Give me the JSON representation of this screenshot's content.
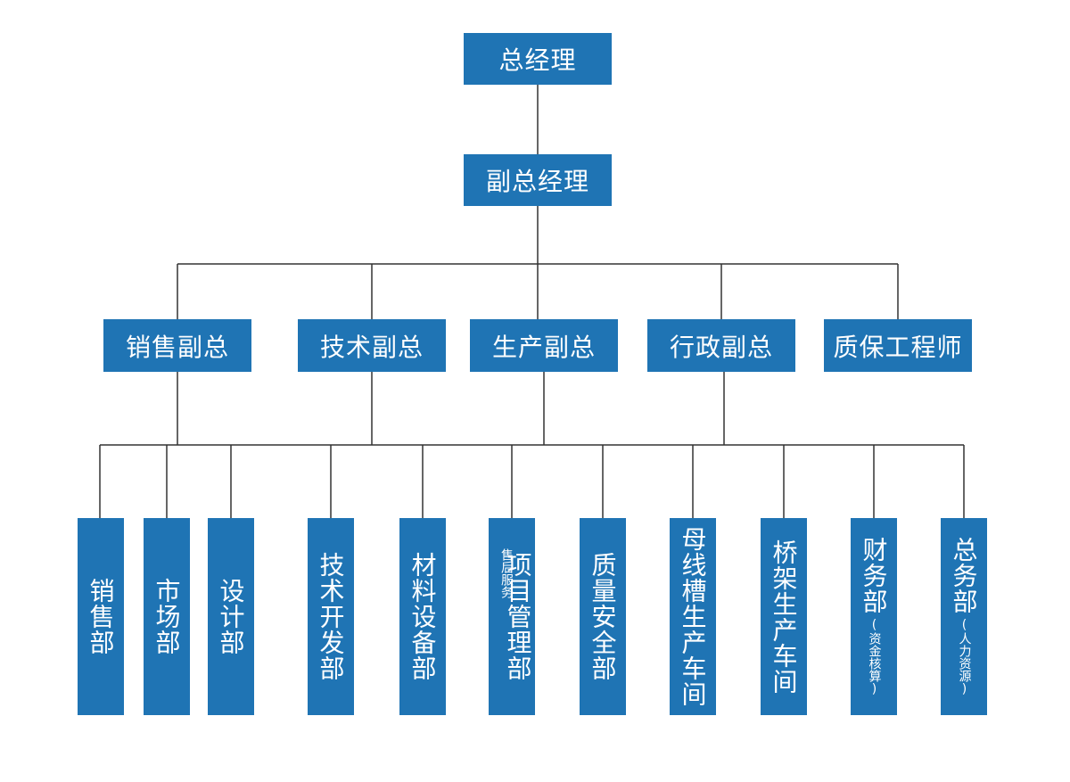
{
  "top": {
    "ceo": "总经理",
    "deputy": "副总经理"
  },
  "vps": [
    "销售副总",
    "技术副总",
    "生产副总",
    "行政副总",
    "质保工程师"
  ],
  "departments": [
    {
      "name": "销售部"
    },
    {
      "name": "市场部"
    },
    {
      "name": "设计部"
    },
    {
      "name": "技术开发部"
    },
    {
      "name": "材料设备部"
    },
    {
      "name": "项目管理部",
      "note": "售后服务"
    },
    {
      "name": "质量安全部"
    },
    {
      "name": "母线槽生产车间"
    },
    {
      "name": "桥架生产车间"
    },
    {
      "name": "财务部",
      "note": "(资金核算)"
    },
    {
      "name": "总务部",
      "note": "(人力资源)"
    }
  ],
  "colors": {
    "box": "#1f74b4",
    "line": "#333333",
    "text": "#ffffff"
  }
}
